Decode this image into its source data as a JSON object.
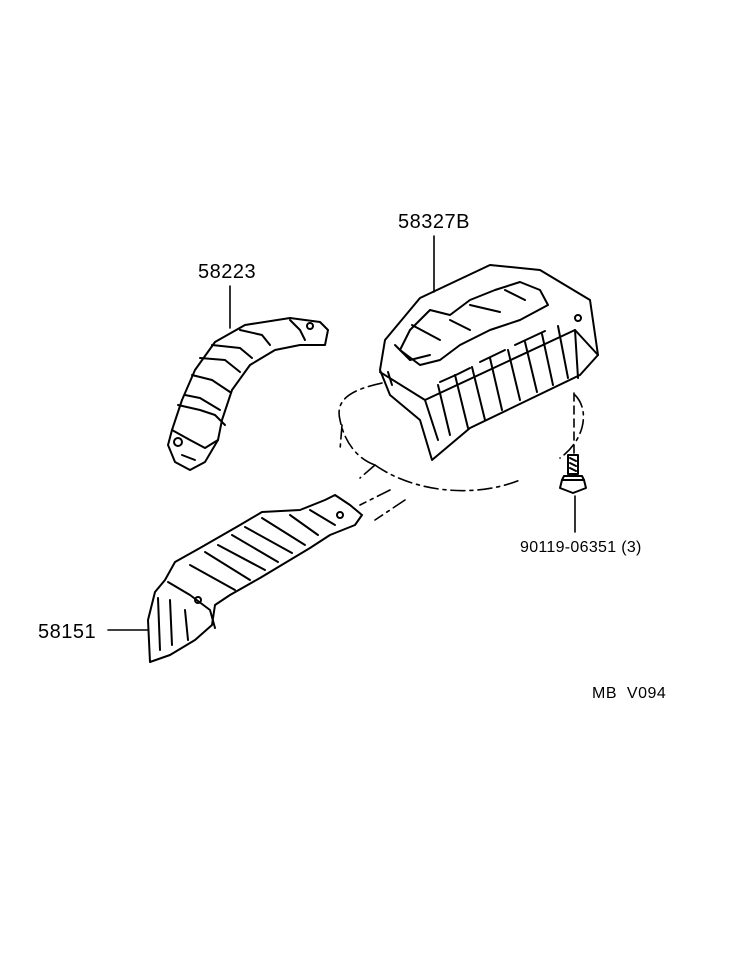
{
  "parts": {
    "heat_insulator_rear": "58327B",
    "heat_insulator_upper": "58223",
    "heat_insulator_front": "58151",
    "bolt": "90119-06351",
    "bolt_quantity": "(3)"
  },
  "diagram_code": {
    "prefix": "MB",
    "code": "V094"
  },
  "colors": {
    "line": "#000000",
    "background": "#ffffff"
  }
}
